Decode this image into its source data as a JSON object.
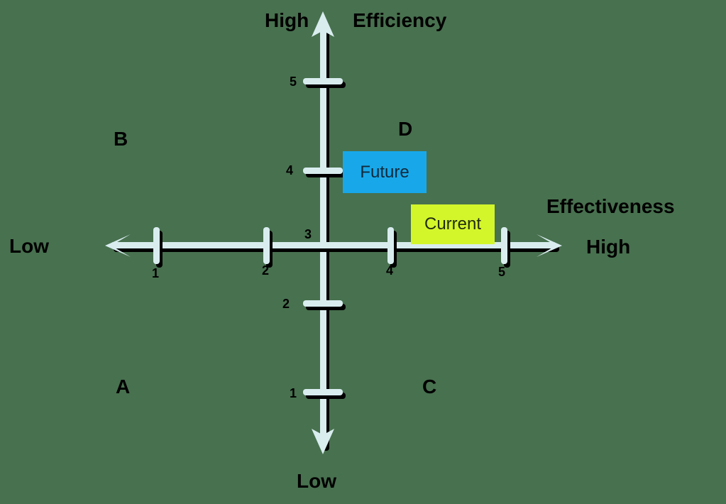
{
  "colors": {
    "background": "#48714f",
    "axis": "#d9edef",
    "axis_shadow": "#000000",
    "future_fill": "#18a8ea",
    "future_text": "#10293a",
    "current_fill": "#d3f62b",
    "current_text": "#222c10"
  },
  "diagram": {
    "y_axis": {
      "title": "Efficiency",
      "high_label": "High",
      "low_label": "Low",
      "tick_labels": {
        "t5": "5",
        "t4": "4",
        "t2": "2",
        "t1": "1"
      }
    },
    "x_axis": {
      "title": "Effectiveness",
      "high_label": "High",
      "low_label": "Low",
      "tick_labels": {
        "t1": "1",
        "t2": "2",
        "t4": "4",
        "t5": "5"
      }
    },
    "origin_label": "3",
    "quadrants": {
      "top_left": "B",
      "top_right": "D",
      "bottom_left": "A",
      "bottom_right": "C"
    },
    "markers": {
      "future": "Future",
      "current": "Current"
    }
  },
  "chart_data": {
    "type": "scatter",
    "xlabel": "Effectiveness (Low to High)",
    "ylabel": "Efficiency (Low to High)",
    "xlim": [
      0,
      6
    ],
    "ylim": [
      0,
      6
    ],
    "x_ticks_labeled": [
      1,
      2,
      3,
      4,
      5
    ],
    "y_ticks_labeled": [
      1,
      2,
      3,
      4,
      5
    ],
    "points": [
      {
        "label": "Future",
        "x": 3.8,
        "y": 4.0,
        "color": "#18a8ea"
      },
      {
        "label": "Current",
        "x": 4.6,
        "y": 3.2,
        "color": "#d3f62b"
      }
    ],
    "quadrant_labels": [
      {
        "label": "A",
        "position": "bottom-left"
      },
      {
        "label": "B",
        "position": "top-left"
      },
      {
        "label": "C",
        "position": "bottom-right"
      },
      {
        "label": "D",
        "position": "top-right"
      }
    ]
  }
}
